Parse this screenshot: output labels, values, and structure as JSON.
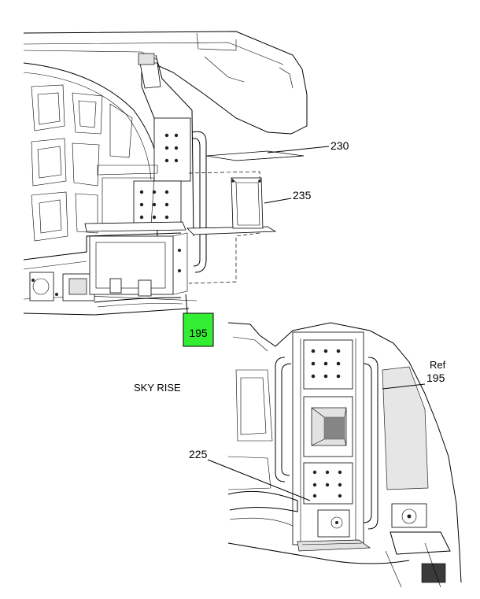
{
  "callouts": {
    "c230": "230",
    "c235": "235",
    "c195_highlight": "195",
    "c195_ref_label": "Ref",
    "c195_ref": "195",
    "c225": "225"
  },
  "caption": "SKY RISE",
  "colors": {
    "highlight": "#33ee33",
    "line": "#000000",
    "background": "#ffffff"
  }
}
